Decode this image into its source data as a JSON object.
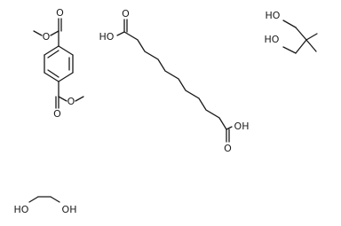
{
  "molecules": {
    "terephthalate": {
      "o_carbonyl_top": "O",
      "o_ester_top": "O",
      "o_carbonyl_bottom": "O",
      "o_ester_bottom": "O"
    },
    "diacid": {
      "ho_left": "HO",
      "o_carbonyl_left": "O",
      "o_carbonyl_right": "O",
      "oh_right": "OH"
    },
    "neopentyl_glycol": {
      "ho_top": "HO",
      "ho_bottom": "HO"
    },
    "ethylene_glycol": {
      "ho_left": "HO",
      "oh_right": "OH"
    }
  }
}
